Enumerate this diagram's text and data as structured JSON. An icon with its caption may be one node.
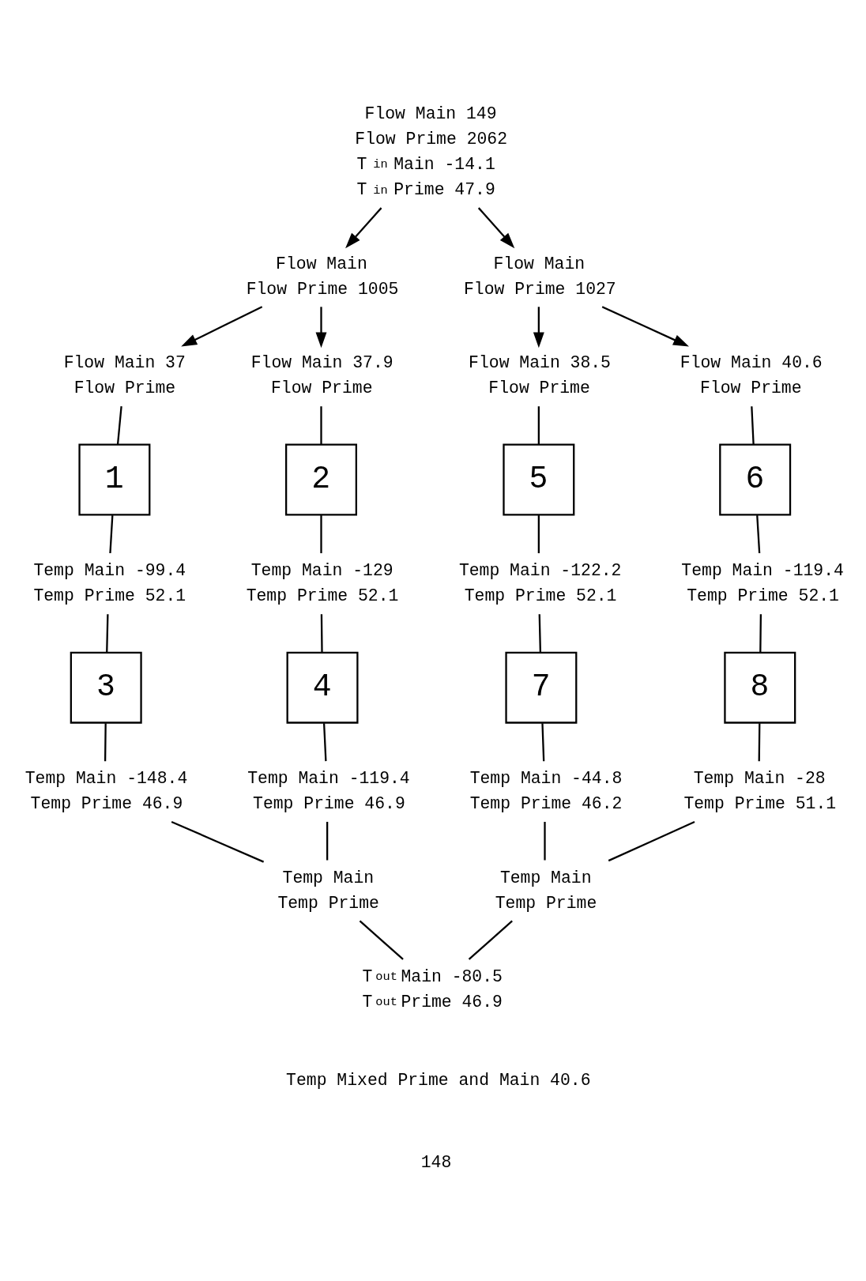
{
  "diagram": {
    "nodes": [
      {
        "text": [
          "Flow Main 149",
          "Flow Prime 2062",
          "T$_{in}$ Main -14.1",
          "T$_{in}$ Prime 47.9"
        ]
      },
      {
        "text": [
          "Flow Main",
          "Flow Prime 1005"
        ]
      },
      {
        "text": [
          "Flow Main 37",
          "Flow Prime"
        ]
      },
      {
        "text": [
          "1"
        ]
      },
      {
        "text": [
          "Temp Main -99.4",
          "Temp Prime 52.1"
        ]
      },
      {
        "text": [
          "3"
        ]
      },
      {
        "text": [
          "Temp Main -148.4",
          "Temp Prime 46.9"
        ]
      },
      {
        "text": [
          "Flow Main 37.9",
          "Flow Prime"
        ]
      },
      {
        "text": [
          "2"
        ]
      },
      {
        "text": [
          "Temp Main -129",
          "Temp Prime 52.1"
        ]
      },
      {
        "text": [
          "4"
        ]
      },
      {
        "text": [
          "Temp Main -119.4",
          "Temp Prime 46.9"
        ]
      },
      {
        "text": [
          "Temp Main",
          "Temp Prime"
        ]
      },
      {
        "text": [
          "Flow Main",
          "Flow Prime 1027"
        ]
      },
      {
        "text": [
          "Flow Main 38.5",
          "Flow Prime"
        ]
      },
      {
        "text": [
          "5"
        ]
      },
      {
        "text": [
          "Temp Main -122.2",
          "Temp Prime 52.1"
        ]
      },
      {
        "text": [
          "7"
        ]
      },
      {
        "text": [
          "Temp Main -44.8",
          "Temp Prime 46.2"
        ]
      },
      {
        "text": [
          "Flow Main 40.6",
          "Flow Prime"
        ]
      },
      {
        "text": [
          "6"
        ]
      },
      {
        "text": [
          "Temp Main -119.4",
          "Temp Prime 52.1"
        ]
      },
      {
        "text": [
          "8"
        ]
      },
      {
        "text": [
          "Temp Main -28",
          "Temp Prime 51.1"
        ]
      },
      {
        "text": [
          "Temp Main",
          "Temp Prime"
        ]
      },
      {
        "text": [
          "T$_{out}$ Main -80.5",
          "T$_{out}$ Prime 46.9"
        ]
      }
    ],
    "edges": [
      {
        "from": 0,
        "to": 1,
        "arrow": "to"
      },
      {
        "from": 0,
        "to": 13,
        "arrow": "to"
      },
      {
        "from": 1,
        "to": 2,
        "arrow": "to"
      },
      {
        "from": 1,
        "to": 7,
        "arrow": "to"
      },
      {
        "from": 2,
        "to": 3,
        "arrow": "none"
      },
      {
        "from": 3,
        "to": 4,
        "arrow": "none"
      },
      {
        "from": 4,
        "to": 5,
        "arrow": "none"
      },
      {
        "from": 5,
        "to": 6,
        "arrow": "none"
      },
      {
        "from": 7,
        "to": 8,
        "arrow": "none"
      },
      {
        "from": 8,
        "to": 9,
        "arrow": "none"
      },
      {
        "from": 9,
        "to": 10,
        "arrow": "none"
      },
      {
        "from": 10,
        "to": 11,
        "arrow": "none"
      },
      {
        "from": 6,
        "to": 12,
        "arrow": "none"
      },
      {
        "from": 11,
        "to": 12,
        "arrow": "none"
      },
      {
        "from": 13,
        "to": 14,
        "arrow": "to"
      },
      {
        "from": 13,
        "to": 19,
        "arrow": "to"
      },
      {
        "from": 14,
        "to": 15,
        "arrow": "none"
      },
      {
        "from": 15,
        "to": 16,
        "arrow": "none"
      },
      {
        "from": 16,
        "to": 17,
        "arrow": "none"
      },
      {
        "from": 17,
        "to": 18,
        "arrow": "none"
      },
      {
        "from": 19,
        "to": 20,
        "arrow": "none"
      },
      {
        "from": 20,
        "to": 21,
        "arrow": "none"
      },
      {
        "from": 21,
        "to": 22,
        "arrow": "none"
      },
      {
        "from": 22,
        "to": 23,
        "arrow": "none"
      },
      {
        "from": 18,
        "to": 24,
        "arrow": "none"
      },
      {
        "from": 23,
        "to": 24,
        "arrow": "none"
      },
      {
        "from": 12,
        "to": 25,
        "arrow": "none"
      },
      {
        "from": 24,
        "to": 25,
        "arrow": "none"
      }
    ],
    "labels": [
      "Temp Mixed Prime and Main 40.6",
      "148"
    ]
  }
}
